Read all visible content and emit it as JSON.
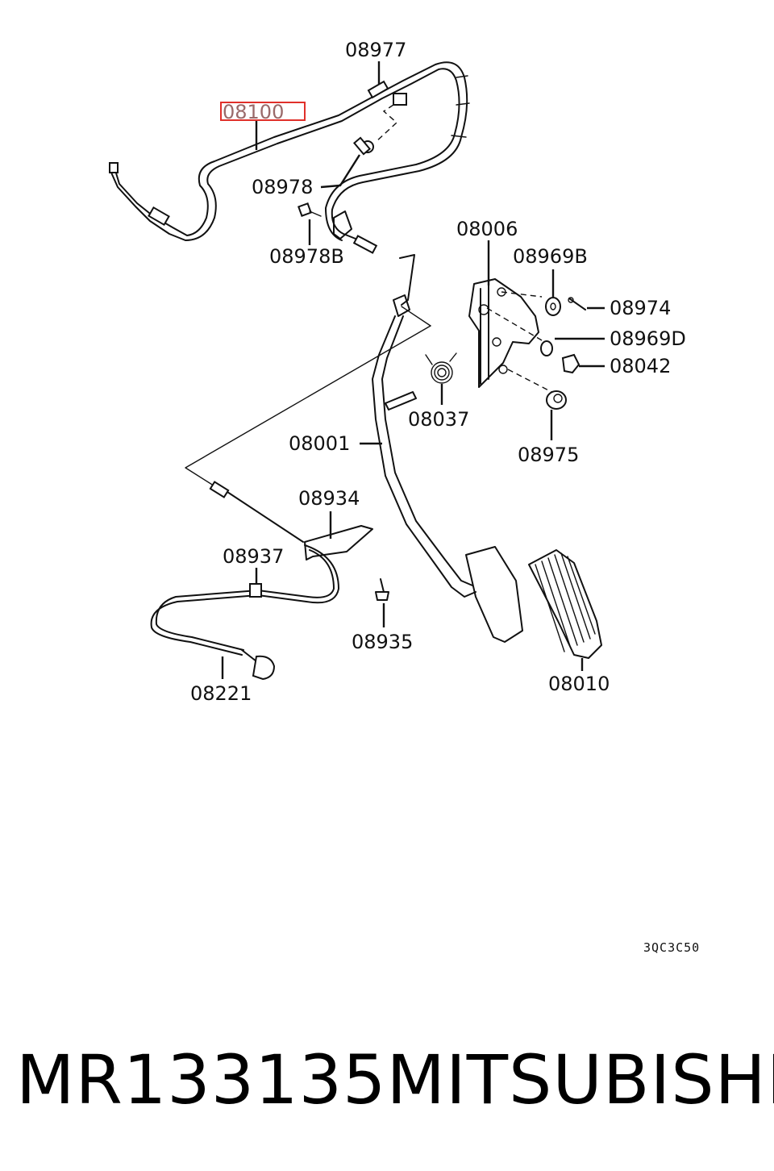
{
  "labels": {
    "p08977": "08977",
    "p08100": "08100",
    "p08978": "08978",
    "p08978B": "08978B",
    "p08006": "08006",
    "p08969B": "08969B",
    "p08974": "08974",
    "p08969D": "08969D",
    "p08042": "08042",
    "p08037": "08037",
    "p08975": "08975",
    "p08001": "08001",
    "p08934": "08934",
    "p08937": "08937",
    "p08935": "08935",
    "p08221": "08221",
    "p08010": "08010"
  },
  "diagram_code": "3QC3C50",
  "footer": {
    "part_number": "MR133135",
    "brand": "MITSUBISHI"
  },
  "colors": {
    "line": "#111111",
    "highlight_box": "#e0302a",
    "highlight_text": "#9a6a6a"
  }
}
